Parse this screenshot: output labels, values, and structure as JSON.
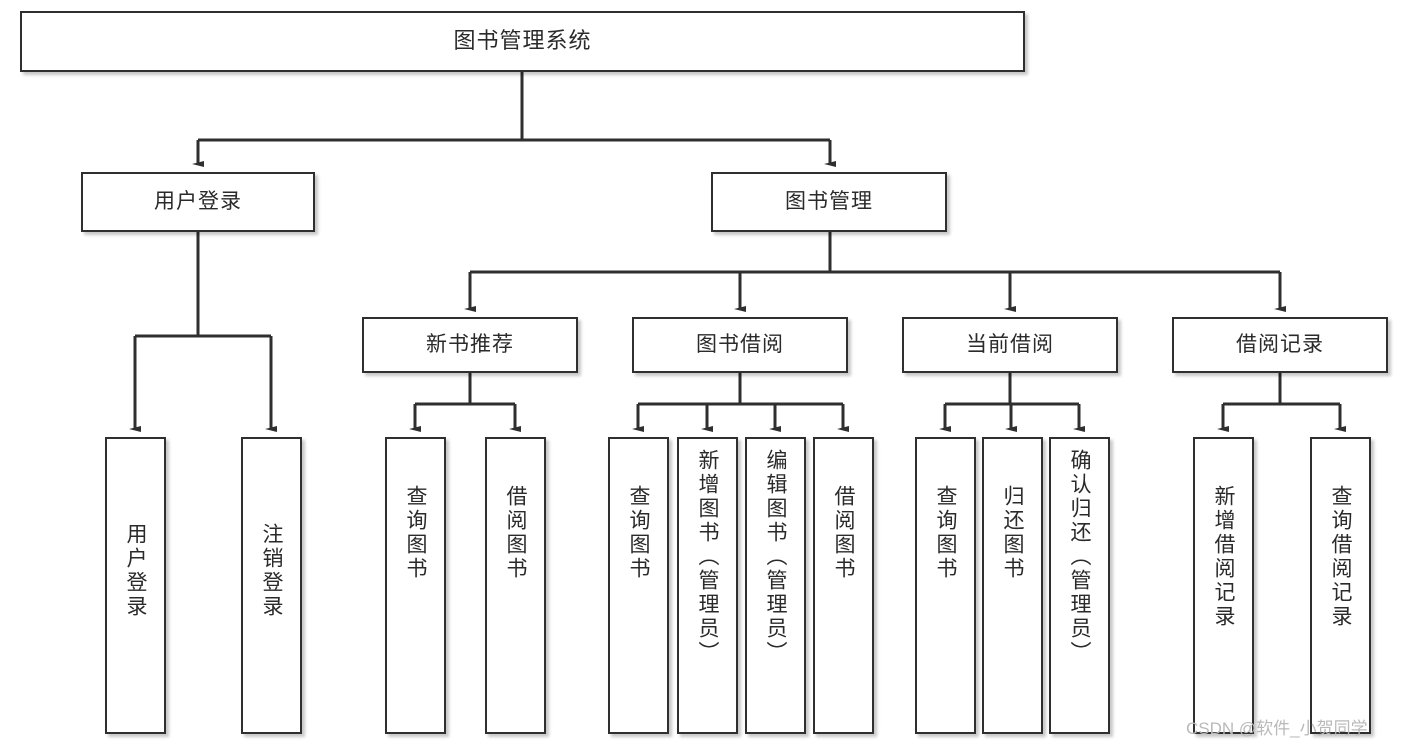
{
  "diagram": {
    "title": "图书管理系统",
    "type": "hierarchy-tree",
    "watermark": "CSDN @软件_小贺同学",
    "colors": {
      "box_border": "#2f2f2f",
      "box_fill": "#ffffff",
      "connector": "#2f2f2f",
      "watermark": "#b9b9b9",
      "background": "#ffffff"
    },
    "root": {
      "label": "图书管理系统"
    },
    "level2": [
      {
        "label": "用户登录"
      },
      {
        "label": "图书管理"
      }
    ],
    "level3": [
      {
        "label": "新书推荐"
      },
      {
        "label": "图书借阅"
      },
      {
        "label": "当前借阅"
      },
      {
        "label": "借阅记录"
      }
    ],
    "leaves": {
      "user_login": [
        {
          "label": "用户登录"
        },
        {
          "label": "注销登录"
        }
      ],
      "new_book_recommend": [
        {
          "label": "查询图书"
        },
        {
          "label": "借阅图书"
        }
      ],
      "book_borrow": [
        {
          "label": "查询图书"
        },
        {
          "label": "新增图书（管理员）"
        },
        {
          "label": "编辑图书（管理员）"
        },
        {
          "label": "借阅图书"
        }
      ],
      "current_borrow": [
        {
          "label": "查询图书"
        },
        {
          "label": "归还图书"
        },
        {
          "label": "确认归还（管理员）"
        }
      ],
      "borrow_records": [
        {
          "label": "新增借阅记录"
        },
        {
          "label": "查询借阅记录"
        }
      ]
    }
  }
}
